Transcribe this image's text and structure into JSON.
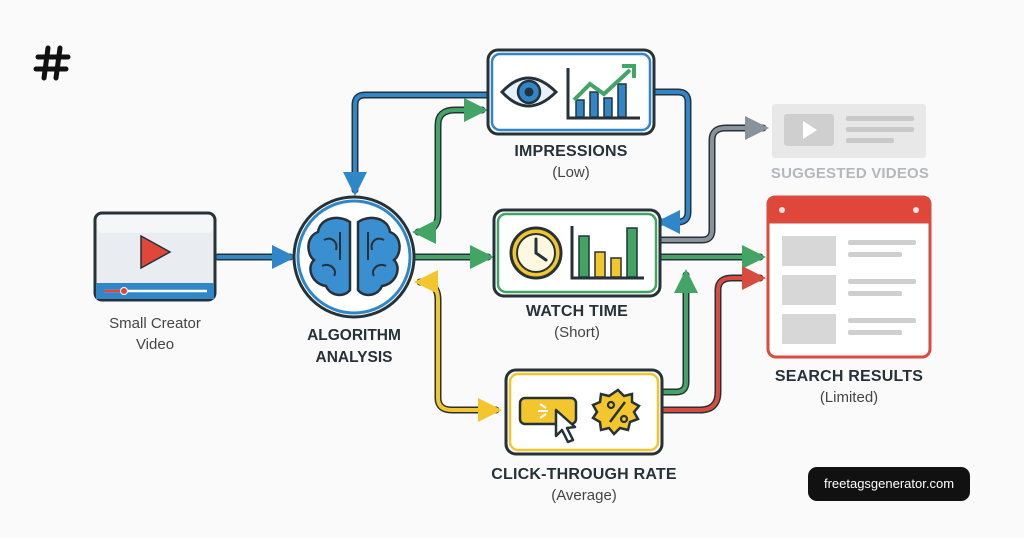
{
  "colors": {
    "blue": "#2f86c8",
    "green": "#43a565",
    "yellow": "#f2c62c",
    "red": "#d94b3f",
    "gray": "#8a939b",
    "dark": "#263238"
  },
  "logo": {
    "icon": "hashtag-icon"
  },
  "nodes": {
    "video": {
      "line1": "Small Creator",
      "line2": "Video",
      "icon": "video-player-icon"
    },
    "algorithm": {
      "line1": "ALGORITHM",
      "line2": "ANALYSIS",
      "icon": "brain-icon"
    },
    "impressions": {
      "title": "IMPRESSIONS",
      "sub": "(Low)",
      "icons": [
        "eye-icon",
        "trend-chart-icon"
      ]
    },
    "watch_time": {
      "title": "WATCH TIME",
      "sub": "(Short)",
      "icons": [
        "clock-icon",
        "bar-chart-icon"
      ]
    },
    "ctr": {
      "title": "CLICK-THROUGH RATE",
      "sub": "(Average)",
      "icons": [
        "cursor-click-icon",
        "percent-badge-icon"
      ]
    },
    "suggested": {
      "title": "SUGGESTED VIDEOS",
      "icon": "suggested-video-icon"
    },
    "search": {
      "title": "SEARCH RESULTS",
      "sub": "(Limited)",
      "icon": "search-results-page-icon"
    }
  },
  "watermark": "freetagsgenerator.com"
}
